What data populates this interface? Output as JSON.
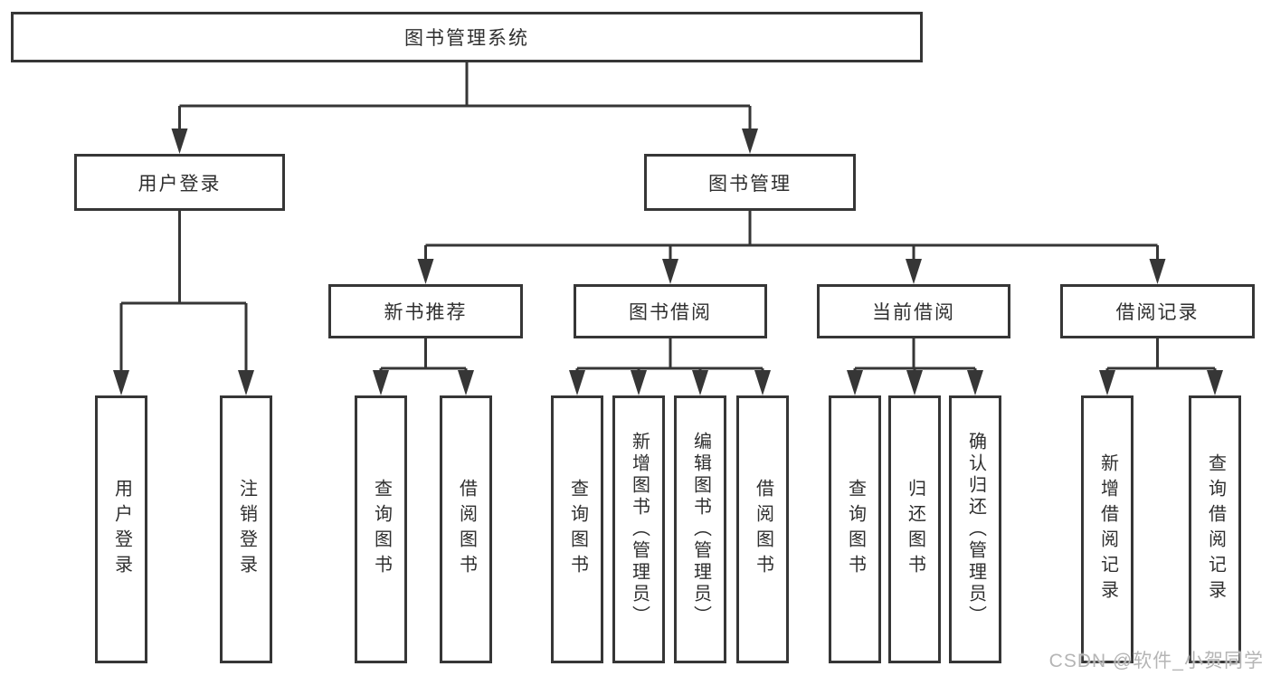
{
  "diagram": {
    "title": "图书管理系统",
    "root": {
      "label": "图书管理系统"
    },
    "level2": [
      {
        "label": "用户登录"
      },
      {
        "label": "图书管理"
      }
    ],
    "level3": [
      {
        "label": "新书推荐"
      },
      {
        "label": "图书借阅"
      },
      {
        "label": "当前借阅"
      },
      {
        "label": "借阅记录"
      }
    ],
    "leaves": {
      "user_login": [
        "用户登录",
        "注销登录"
      ],
      "new_book_recommend": [
        "查询图书",
        "借阅图书"
      ],
      "book_borrow": [
        "查询图书",
        "新增图书（管理员）",
        "编辑图书（管理员）",
        "借阅图书"
      ],
      "current_borrow": [
        "查询图书",
        "归还图书",
        "确认归还（管理员）"
      ],
      "borrow_records": [
        "新增借阅记录",
        "查询借阅记录"
      ]
    }
  },
  "watermark": {
    "text": "CSDN @软件_小贺同学"
  },
  "colors": {
    "line": "#363636",
    "border": "#363636",
    "text": "#2f2f2f",
    "watermark": "#b5b5b5",
    "background": "#ffffff"
  }
}
